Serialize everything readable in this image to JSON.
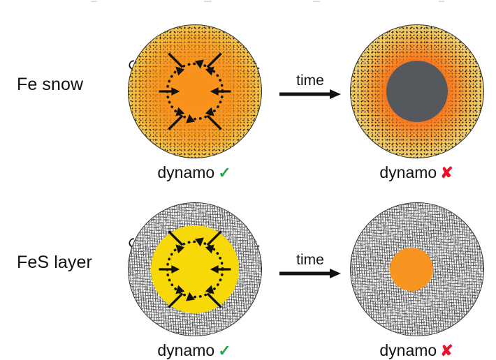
{
  "figure": {
    "title_visible": false,
    "background_color": "#ffffff",
    "description": "Two-row schematic comparing the time evolution of a planetary core under an Fe snow regime versus an FeS layer regime, with dynamo outcome noted for each stage."
  },
  "labels": {
    "cmb": "Core-mantle boundary",
    "time": "time",
    "dynamo": "dynamo",
    "check_glyph": "✓",
    "cross_glyph": "✘"
  },
  "colors": {
    "dynamo_yes": "#25a346",
    "dynamo_no": "#e8112d",
    "orange_core": "#f89521",
    "orange_deep": "#f58220",
    "pale_yellow": "#eeea9a",
    "bright_yellow": "#f7d808",
    "solid_inner_core_gray": "#55585c",
    "outline": "#2b2b2b",
    "text": "#111111"
  },
  "rows": [
    {
      "id": "fe-snow",
      "label": "Fe snow",
      "stages": [
        {
          "id": "fe-snow-early",
          "cmb_label": "Core-mantle boundary",
          "dynamo_label": "dynamo",
          "dynamo_state": "yes",
          "dynamo_mark": "✓",
          "texture": "stipple",
          "outer_fill": "orange-to-pale-yellow gradient",
          "inner_core": "none",
          "convection": true,
          "inward_arrow_count": 6
        },
        {
          "id": "fe-snow-late",
          "cmb_label": "",
          "dynamo_label": "dynamo",
          "dynamo_state": "no",
          "dynamo_mark": "✘",
          "texture": "stipple",
          "outer_fill": "orange-to-pale-yellow gradient",
          "inner_core": "solid gray",
          "convection": false,
          "inward_arrow_count": 0
        }
      ]
    },
    {
      "id": "fes-layer",
      "label": "FeS layer",
      "stages": [
        {
          "id": "fes-layer-early",
          "cmb_label": "Core-mantle boundary",
          "dynamo_label": "dynamo",
          "dynamo_state": "yes",
          "dynamo_mark": "✓",
          "texture": "crosshatch",
          "outer_fill": "gray crosshatch layer",
          "inner_core": "bright yellow liquid core",
          "convection": true,
          "inward_arrow_count": 6
        },
        {
          "id": "fes-layer-late",
          "cmb_label": "",
          "dynamo_label": "dynamo",
          "dynamo_state": "no",
          "dynamo_mark": "✘",
          "texture": "crosshatch",
          "outer_fill": "gray crosshatch layer",
          "inner_core": "small orange core",
          "convection": false,
          "inward_arrow_count": 0
        }
      ]
    }
  ]
}
